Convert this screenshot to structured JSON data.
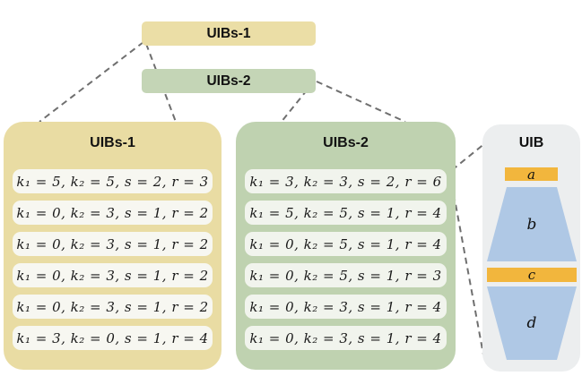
{
  "overview_bars": [
    {
      "label": "UIBs-1"
    },
    {
      "label": "UIBs-2"
    }
  ],
  "uibs1_panel": {
    "title": "UIBs-1",
    "rows": [
      "k₁ = 5, k₂ = 5, s = 2, r = 3",
      "k₁ = 0, k₂ = 3, s = 1, r = 2",
      "k₁ = 0, k₂ = 3, s = 1, r = 2",
      "k₁ = 0, k₂ = 3, s = 1, r = 2",
      "k₁ = 0, k₂ = 3, s = 1, r = 2",
      "k₁ = 3, k₂ = 0, s = 1, r = 4"
    ]
  },
  "uibs2_panel": {
    "title": "UIBs-2",
    "rows": [
      "k₁ = 3, k₂ = 3, s = 2, r = 6",
      "k₁ = 5, k₂ = 5, s = 1, r = 4",
      "k₁ = 0, k₂ = 5, s = 1, r = 4",
      "k₁ = 0, k₂ = 5, s = 1, r = 3",
      "k₁ = 0, k₂ = 3, s = 1, r = 4",
      "k₁ = 0, k₂ = 3, s = 1, r = 4"
    ]
  },
  "uib_panel": {
    "title": "UIB",
    "blocks": [
      "a",
      "b",
      "c",
      "d"
    ]
  },
  "colors": {
    "background": "#FFFFFF",
    "yellow_bar": "#EBDEA6",
    "yellow_panel": "#E9DCA3",
    "green_bar": "#C4D5B6",
    "green_panel": "#BFD2B0",
    "gray_panel": "#ECEEEF",
    "row_bg_yellow_panel": "#F7F7F1",
    "row_bg_green_panel": "#F1F4ED",
    "orange_block": "#F2B63D",
    "blue_block": "#AFC8E5",
    "connector_gray": "#6F6F6F",
    "text": "#111111"
  }
}
